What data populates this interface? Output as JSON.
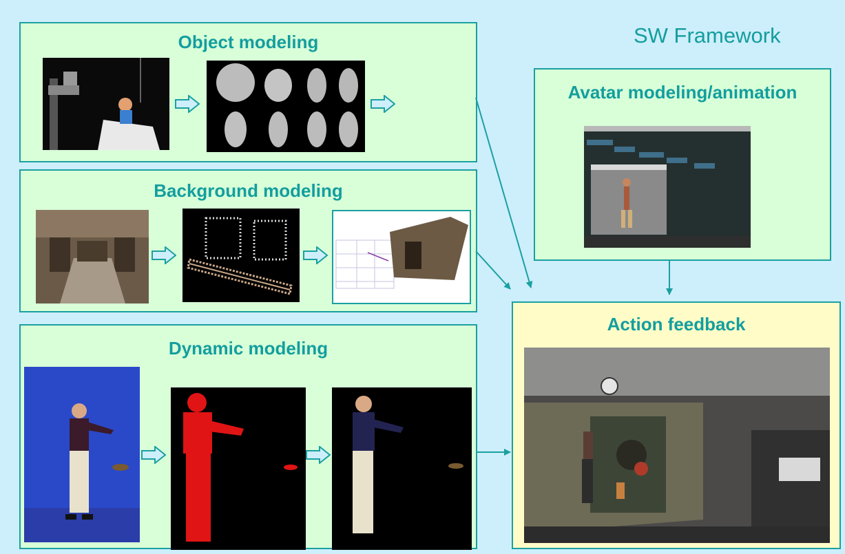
{
  "framework_title": "SW Framework",
  "panels": {
    "object_modeling": {
      "title": "Object modeling"
    },
    "background_modeling": {
      "title": "Background modeling"
    },
    "dynamic_modeling": {
      "title": "Dynamic modeling"
    },
    "avatar_modeling": {
      "title": "Avatar modeling/animation"
    },
    "action_feedback": {
      "title": "Action feedback"
    }
  },
  "colors": {
    "canvas_bg": "#cdeefb",
    "panel_bg": "#d8ffd8",
    "feedback_bg": "#fffcc8",
    "accent": "#139e9e",
    "arrow_fill": "#cdeefb",
    "arrow_stroke": "#1aa0a0"
  }
}
